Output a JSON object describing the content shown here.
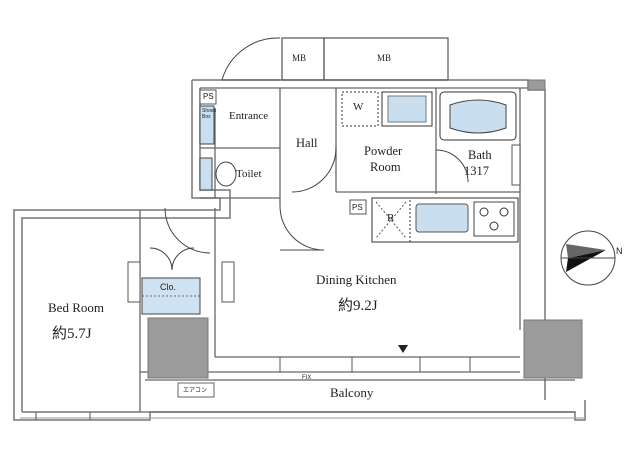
{
  "rooms": {
    "bed_room": {
      "name": "Bed Room",
      "area": "約5.7J"
    },
    "dining_kitchen": {
      "name": "Dining Kitchen",
      "area": "約9.2J"
    },
    "hall": {
      "name": "Hall"
    },
    "entrance": {
      "name": "Entrance"
    },
    "toilet": {
      "name": "Toilet"
    },
    "powder_room": {
      "name_line1": "Powder",
      "name_line2": "Room"
    },
    "bath": {
      "name": "Bath",
      "size": "1317"
    },
    "balcony": {
      "name": "Balcony"
    }
  },
  "fixtures": {
    "mb_left": "MB",
    "mb_right": "MB",
    "ps_top": "PS",
    "ps_kitchen": "PS",
    "washer": "W",
    "fridge": "R",
    "closet": "Clo.",
    "fix": "FIX",
    "shoes_box": "Shoes Box",
    "aircon": "エアコン"
  },
  "compass": {
    "label": "N",
    "icon": "north-arrow-icon"
  },
  "colors": {
    "wall": "#8a8a8a",
    "pillar": "#9a9a9a",
    "fixture_blue": "#c9dff0",
    "line": "#333333"
  }
}
